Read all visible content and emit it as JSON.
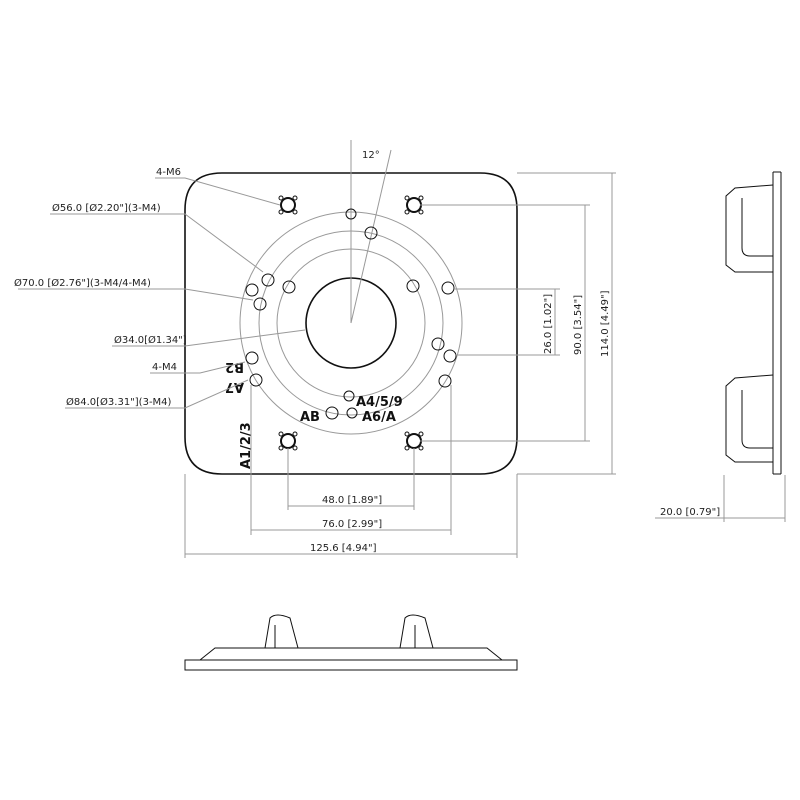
{
  "drawing": {
    "angle": "12°",
    "callouts": {
      "m6": "4-M6",
      "d56": "Ø56.0 [Ø2.20\"](3-M4)",
      "d70": "Ø70.0 [Ø2.76\"](3-M4/4-M4)",
      "d34": "Ø34.0[Ø1.34\"]",
      "m4": "4-M4",
      "d84": "Ø84.0[Ø3.31\"](3-M4)"
    },
    "hole_labels": {
      "b2": "B2",
      "a7": "A7",
      "a123": "A1/2/3",
      "a459": "A4/5/9",
      "a6a": "A6/A",
      "ab": "AB"
    },
    "dimensions": {
      "w48": "48.0 [1.89\"]",
      "w76": "76.0 [2.99\"]",
      "w125": "125.6 [4.94\"]",
      "h26": "26.0 [1.02\"]",
      "h90": "90.0 [3.54\"]",
      "h114": "114.0 [4.49\"]",
      "t20": "20.0 [0.79\"]"
    }
  }
}
